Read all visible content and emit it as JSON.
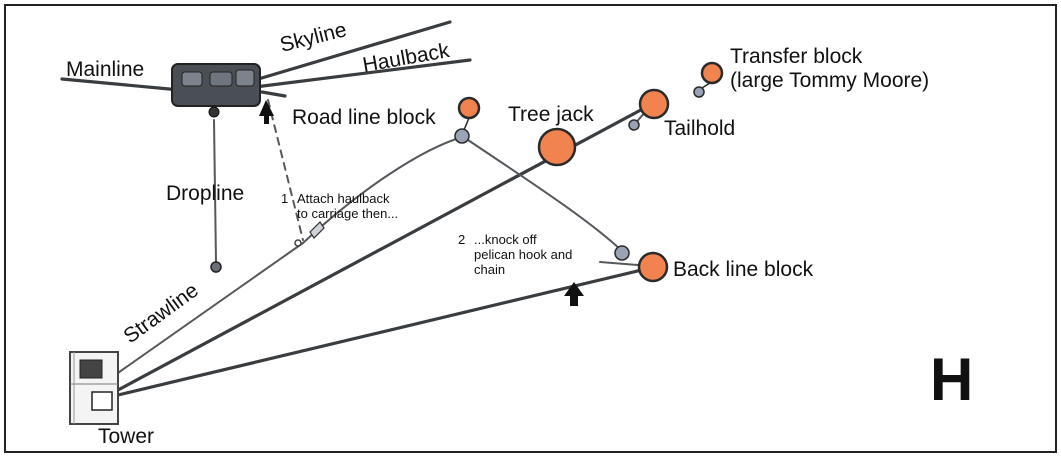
{
  "labels": {
    "mainline": "Mainline",
    "skyline": "Skyline",
    "haulback": "Haulback",
    "road_line_block": "Road line block",
    "tree_jack": "Tree jack",
    "tailhold": "Tailhold",
    "transfer_block_line1": "Transfer block",
    "transfer_block_line2": "(large Tommy Moore)",
    "dropline": "Dropline",
    "step1_num": "1",
    "step1_line1": "Attach haulback",
    "step1_line2": "to carriage then...",
    "step2_num": "2",
    "step2_line1": "...knock off",
    "step2_line2": "pelican hook and",
    "step2_line3": "chain",
    "back_line_block": "Back line block",
    "strawline": "Strawline",
    "tower": "Tower",
    "panel_letter": "H"
  },
  "colors": {
    "block_fill": "#f0834f",
    "cable": "#3a3d40",
    "carriage": "#4a4e55",
    "border": "#222222"
  }
}
